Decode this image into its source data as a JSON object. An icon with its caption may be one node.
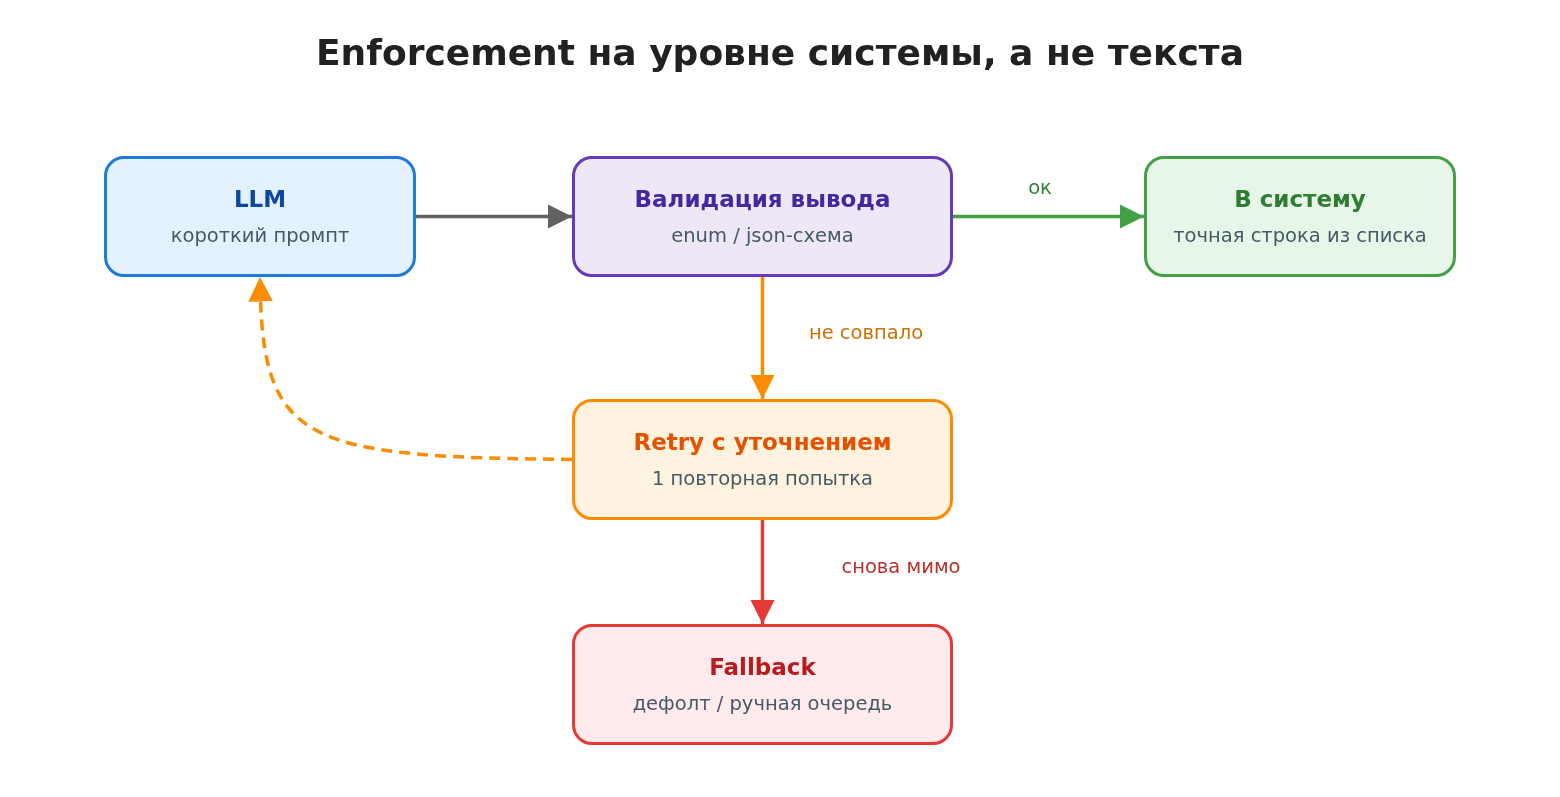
{
  "diagram": {
    "title": "Enforcement на уровне системы, а не текста",
    "nodes": [
      {
        "text": [
          "LLM",
          "короткий промпт"
        ]
      },
      {
        "text": [
          "Валидация вывода",
          "enum / json-схема"
        ]
      },
      {
        "text": [
          "В систему",
          "точная строка из списка"
        ]
      },
      {
        "text": [
          "Retry с уточнением",
          "1 повторная попытка"
        ]
      },
      {
        "text": [
          "Fallback",
          "дефолт / ручная очередь"
        ]
      }
    ],
    "edges": [
      {
        "from": 0,
        "to": 1,
        "arrow": "to",
        "color": "#616161"
      },
      {
        "from": 1,
        "to": 2,
        "arrow": "to",
        "label": "ок",
        "color": "#43a047"
      },
      {
        "from": 1,
        "to": 3,
        "arrow": "to",
        "label": "не совпало",
        "color": "#fb8c00"
      },
      {
        "from": 3,
        "to": 4,
        "arrow": "to",
        "label": "снова мимо",
        "color": "#e53935"
      },
      {
        "from": 3,
        "to": 0,
        "arrow": "to",
        "style": "dashed",
        "color": "#fb8c00"
      }
    ]
  }
}
